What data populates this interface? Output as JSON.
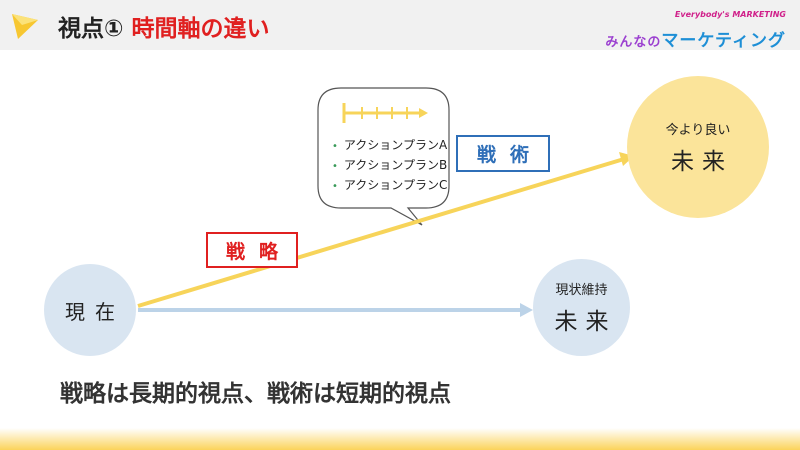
{
  "header": {
    "title_prefix": "視点① ",
    "title_highlight": "時間軸の違い",
    "logo_tagline": "Everybody's MARKETING",
    "logo_kana_small": "みんなの",
    "logo_kana_big": "マーケティング"
  },
  "nodes": {
    "present": "現在",
    "maintain_caption": "現状維持",
    "maintain_future": "未来",
    "better_caption": "今より良い",
    "better_future": "未来"
  },
  "labels": {
    "strategy": "戦略",
    "tactics": "戦術"
  },
  "plans": [
    "アクションプランA",
    "アクションプランB",
    "アクションプランC"
  ],
  "caption": "戦略は長期的視点、戦術は短期的視点",
  "colors": {
    "accent_red": "#e02020",
    "accent_blue": "#2f6fb8",
    "arrow_yellow": "#f7d45a",
    "arrow_blue": "#bcd3e8",
    "circle_blue": "#d9e5f1",
    "circle_yellow": "#fbe49a"
  }
}
